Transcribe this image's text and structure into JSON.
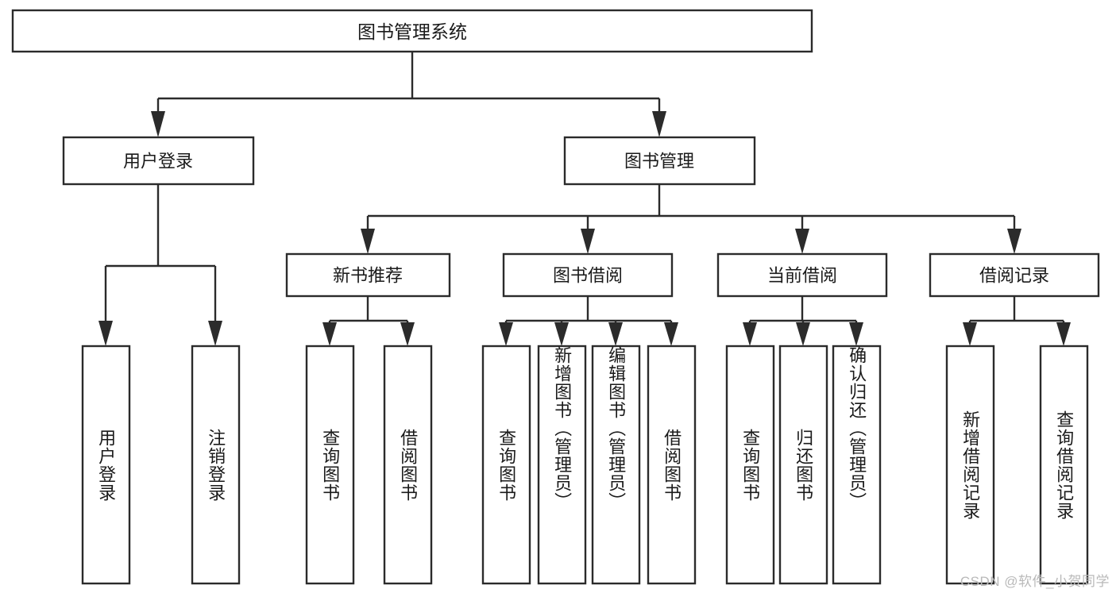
{
  "diagram": {
    "type": "tree-hierarchy",
    "title": "图书管理系统",
    "watermark": "CSDN @软件_小贺同学",
    "colors": {
      "stroke": "#2b2b2b",
      "fill": "#ffffff",
      "text": "#1a1a1a",
      "watermark": "#b9b9b9",
      "background": "#ffffff"
    },
    "root": {
      "id": "root",
      "label": "图书管理系统",
      "orientation": "horizontal"
    },
    "level2": [
      {
        "id": "user-login",
        "label": "用户登录",
        "orientation": "horizontal"
      },
      {
        "id": "book-management",
        "label": "图书管理",
        "orientation": "horizontal"
      }
    ],
    "level3": [
      {
        "id": "new-book-recommend",
        "label": "新书推荐",
        "orientation": "horizontal",
        "parent": "book-management"
      },
      {
        "id": "book-borrow",
        "label": "图书借阅",
        "orientation": "horizontal",
        "parent": "book-management"
      },
      {
        "id": "current-borrow",
        "label": "当前借阅",
        "orientation": "horizontal",
        "parent": "book-management"
      },
      {
        "id": "borrow-record",
        "label": "借阅记录",
        "orientation": "horizontal",
        "parent": "book-management"
      }
    ],
    "leaves": {
      "user-login": [
        {
          "id": "leaf-user-login",
          "label": "用户登录",
          "orientation": "vertical"
        },
        {
          "id": "leaf-logout-login",
          "label": "注销登录",
          "orientation": "vertical"
        }
      ],
      "new-book-recommend": [
        {
          "id": "leaf-query-book-1",
          "label": "查询图书",
          "orientation": "vertical"
        },
        {
          "id": "leaf-borrow-book-1",
          "label": "借阅图书",
          "orientation": "vertical"
        }
      ],
      "book-borrow": [
        {
          "id": "leaf-query-book-2",
          "label": "查询图书",
          "orientation": "vertical"
        },
        {
          "id": "leaf-add-book",
          "label": "新增图书（管理员）",
          "orientation": "vertical"
        },
        {
          "id": "leaf-edit-book",
          "label": "编辑图书（管理员）",
          "orientation": "vertical"
        },
        {
          "id": "leaf-borrow-book-2",
          "label": "借阅图书",
          "orientation": "vertical"
        }
      ],
      "current-borrow": [
        {
          "id": "leaf-query-book-3",
          "label": "查询图书",
          "orientation": "vertical"
        },
        {
          "id": "leaf-return-book",
          "label": "归还图书",
          "orientation": "vertical"
        },
        {
          "id": "leaf-confirm-return",
          "label": "确认归还（管理员）",
          "orientation": "vertical"
        }
      ],
      "borrow-record": [
        {
          "id": "leaf-add-record",
          "label": "新增借阅记录",
          "orientation": "vertical"
        },
        {
          "id": "leaf-query-record",
          "label": "查询借阅记录",
          "orientation": "vertical"
        }
      ]
    }
  }
}
